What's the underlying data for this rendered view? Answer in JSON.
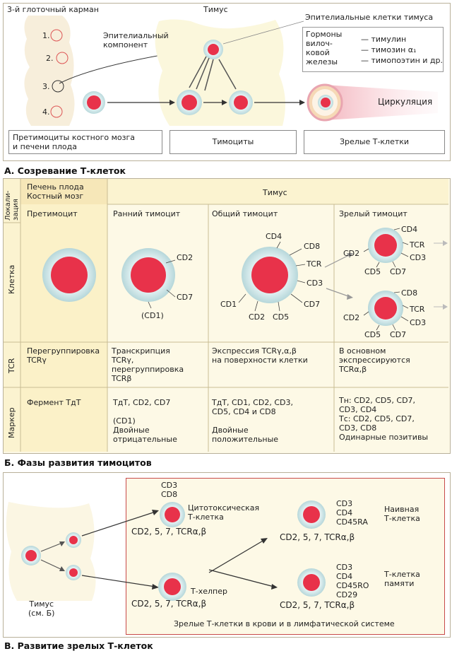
{
  "sectionA": {
    "pharyngeal_pouch": "3-й глоточный карман",
    "pouch_numbers": [
      "1.",
      "2.",
      "3.",
      "4."
    ],
    "thymus": "Тимус",
    "epithelial_component": "Эпителиальный\nкомпонент",
    "thymus_epithelial_cells": "Эпителиальные клетки тимуса",
    "hormones_label": "Гормоны\nвилоч-\nковой\nжелезы",
    "hormones_list": [
      "— тимулин",
      "— тимозин α₁",
      "— тимопоэтин и др."
    ],
    "circulation": "Циркуляция",
    "box_precursors": "Претимоциты костного мозга\nи печени плода",
    "box_thymocytes": "Тимоциты",
    "box_mature": "Зрелые Т-клетки",
    "caption": "А. Созревание Т-клеток"
  },
  "sectionB": {
    "row_labels": {
      "localization": "Локали-\nзация",
      "cell": "Клетка",
      "tcr": "TCR",
      "marker": "Маркер"
    },
    "loc_liver": "Печень плода\nКостный мозг",
    "loc_thymus": "Тимус",
    "headers": [
      "Претимоцит",
      "Ранний тимоцит",
      "Общий тимоцит",
      "Зрелый тимоцит"
    ],
    "early_markers": [
      "CD2",
      "CD7",
      "(CD1)"
    ],
    "common_markers": [
      "CD4",
      "CD8",
      "TCR",
      "CD3",
      "CD7",
      "CD5",
      "CD2",
      "CD1"
    ],
    "mature1_markers": [
      "CD4",
      "TCR",
      "CD3",
      "CD7",
      "CD5",
      "CD2"
    ],
    "mature2_markers": [
      "CD8",
      "TCR",
      "CD3",
      "CD7",
      "CD5",
      "CD2"
    ],
    "tcr_cells": [
      "Перегруппировка\nTCRγ",
      "Транскрипция\nTCRγ,\nперегруппировка\nTCRβ",
      "Экспрессия TCRγ,α,β\nна поверхности клетки",
      "В основном\nэкспрессируются\nTCRα,β"
    ],
    "marker_cells": [
      "Фермент ТдТ",
      "ТдТ, CD2, CD7\n\n(CD1)\nДвойные\nотрицательные",
      "ТдТ, CD1, CD2, CD3,\nCD5, CD4 и CD8\n\nДвойные\nположительные",
      "Tн: CD2, CD5, CD7,\n      CD3, CD4\nTс: CD2, CD5, CD7,\n      CD3, CD8\nОдинарные позитивы"
    ],
    "caption": "Б. Фазы развития тимоцитов"
  },
  "sectionC": {
    "thymus_label": "Тимус\n(см. Б)",
    "cytotoxic_markers": "CD3\nCD8",
    "cytotoxic_label": "Цитотоксическая\nТ-клетка",
    "cytotoxic_line": "CD2, 5, 7, TCRα,β",
    "helper_label": "Т-хелпер",
    "helper_line": "CD2, 5, 7, TCRα,β",
    "naive_markers": "CD3\nCD4\nCD45RA",
    "naive_label": "Наивная\nТ-клетка",
    "naive_line": "CD2, 5, 7, TCRα,β",
    "memory_markers": "CD3\nCD4\nCD45RO\nCD29",
    "memory_label": "Т-клетка\nпамяти",
    "memory_line": "CD2, 5, 7, TCRα,β",
    "blood_label": "Зрелые Т-клетки в крови и в лимфатической системе",
    "caption": "В. Развитие зрелых Т-клеток"
  },
  "colors": {
    "cell_core": "#e8324a",
    "cell_halo": "#d6ecee",
    "panel_bg": "#fbf3d0",
    "cream": "#fdf9e6",
    "border_red": "#c84a4a"
  }
}
